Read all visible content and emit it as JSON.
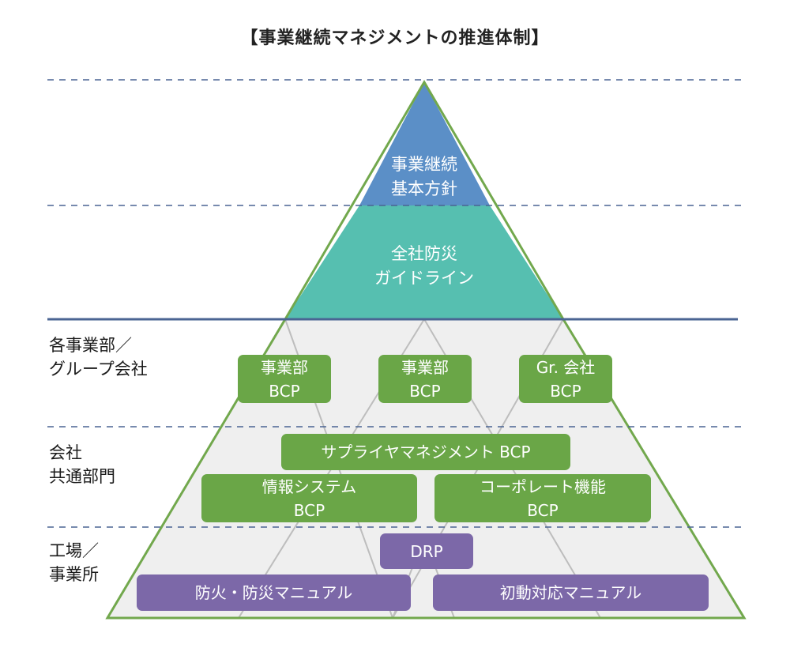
{
  "title": "【事業継続マネジメントの推進体制】",
  "apex": {
    "line1": "事業継続",
    "line2": "基本方針"
  },
  "middle": {
    "line1": "全社防災",
    "line2": "ガイドライン"
  },
  "left_labels": {
    "division": {
      "line1": "各事業部／",
      "line2": "グループ会社"
    },
    "corporate": {
      "line1": "会社",
      "line2": "共通部門"
    },
    "factory": {
      "line1": "工場／",
      "line2": "事業所"
    }
  },
  "division_bcps": [
    {
      "line1": "事業部",
      "line2": "BCP"
    },
    {
      "line1": "事業部",
      "line2": "BCP"
    },
    {
      "line1": "Gr. 会社",
      "line2": "BCP"
    }
  ],
  "corporate_bcps": {
    "supplier": "サプライヤマネジメント BCP",
    "it": {
      "line1": "情報システム",
      "line2": "BCP"
    },
    "corporate": {
      "line1": "コーポレート機能",
      "line2": "BCP"
    }
  },
  "factory_items": {
    "drp": "DRP",
    "fire": "防火・防災マニュアル",
    "initial": "初動対応マニュアル"
  },
  "colors": {
    "apex": "#5b8fc7",
    "middle": "#56bfb0",
    "green_box": "#6aa647",
    "purple_box": "#7c68a8",
    "triangle_outline": "#72a84d",
    "pyramid_fill": "#efefef",
    "divider": "#4a6493",
    "dashed": "#4a6493"
  }
}
